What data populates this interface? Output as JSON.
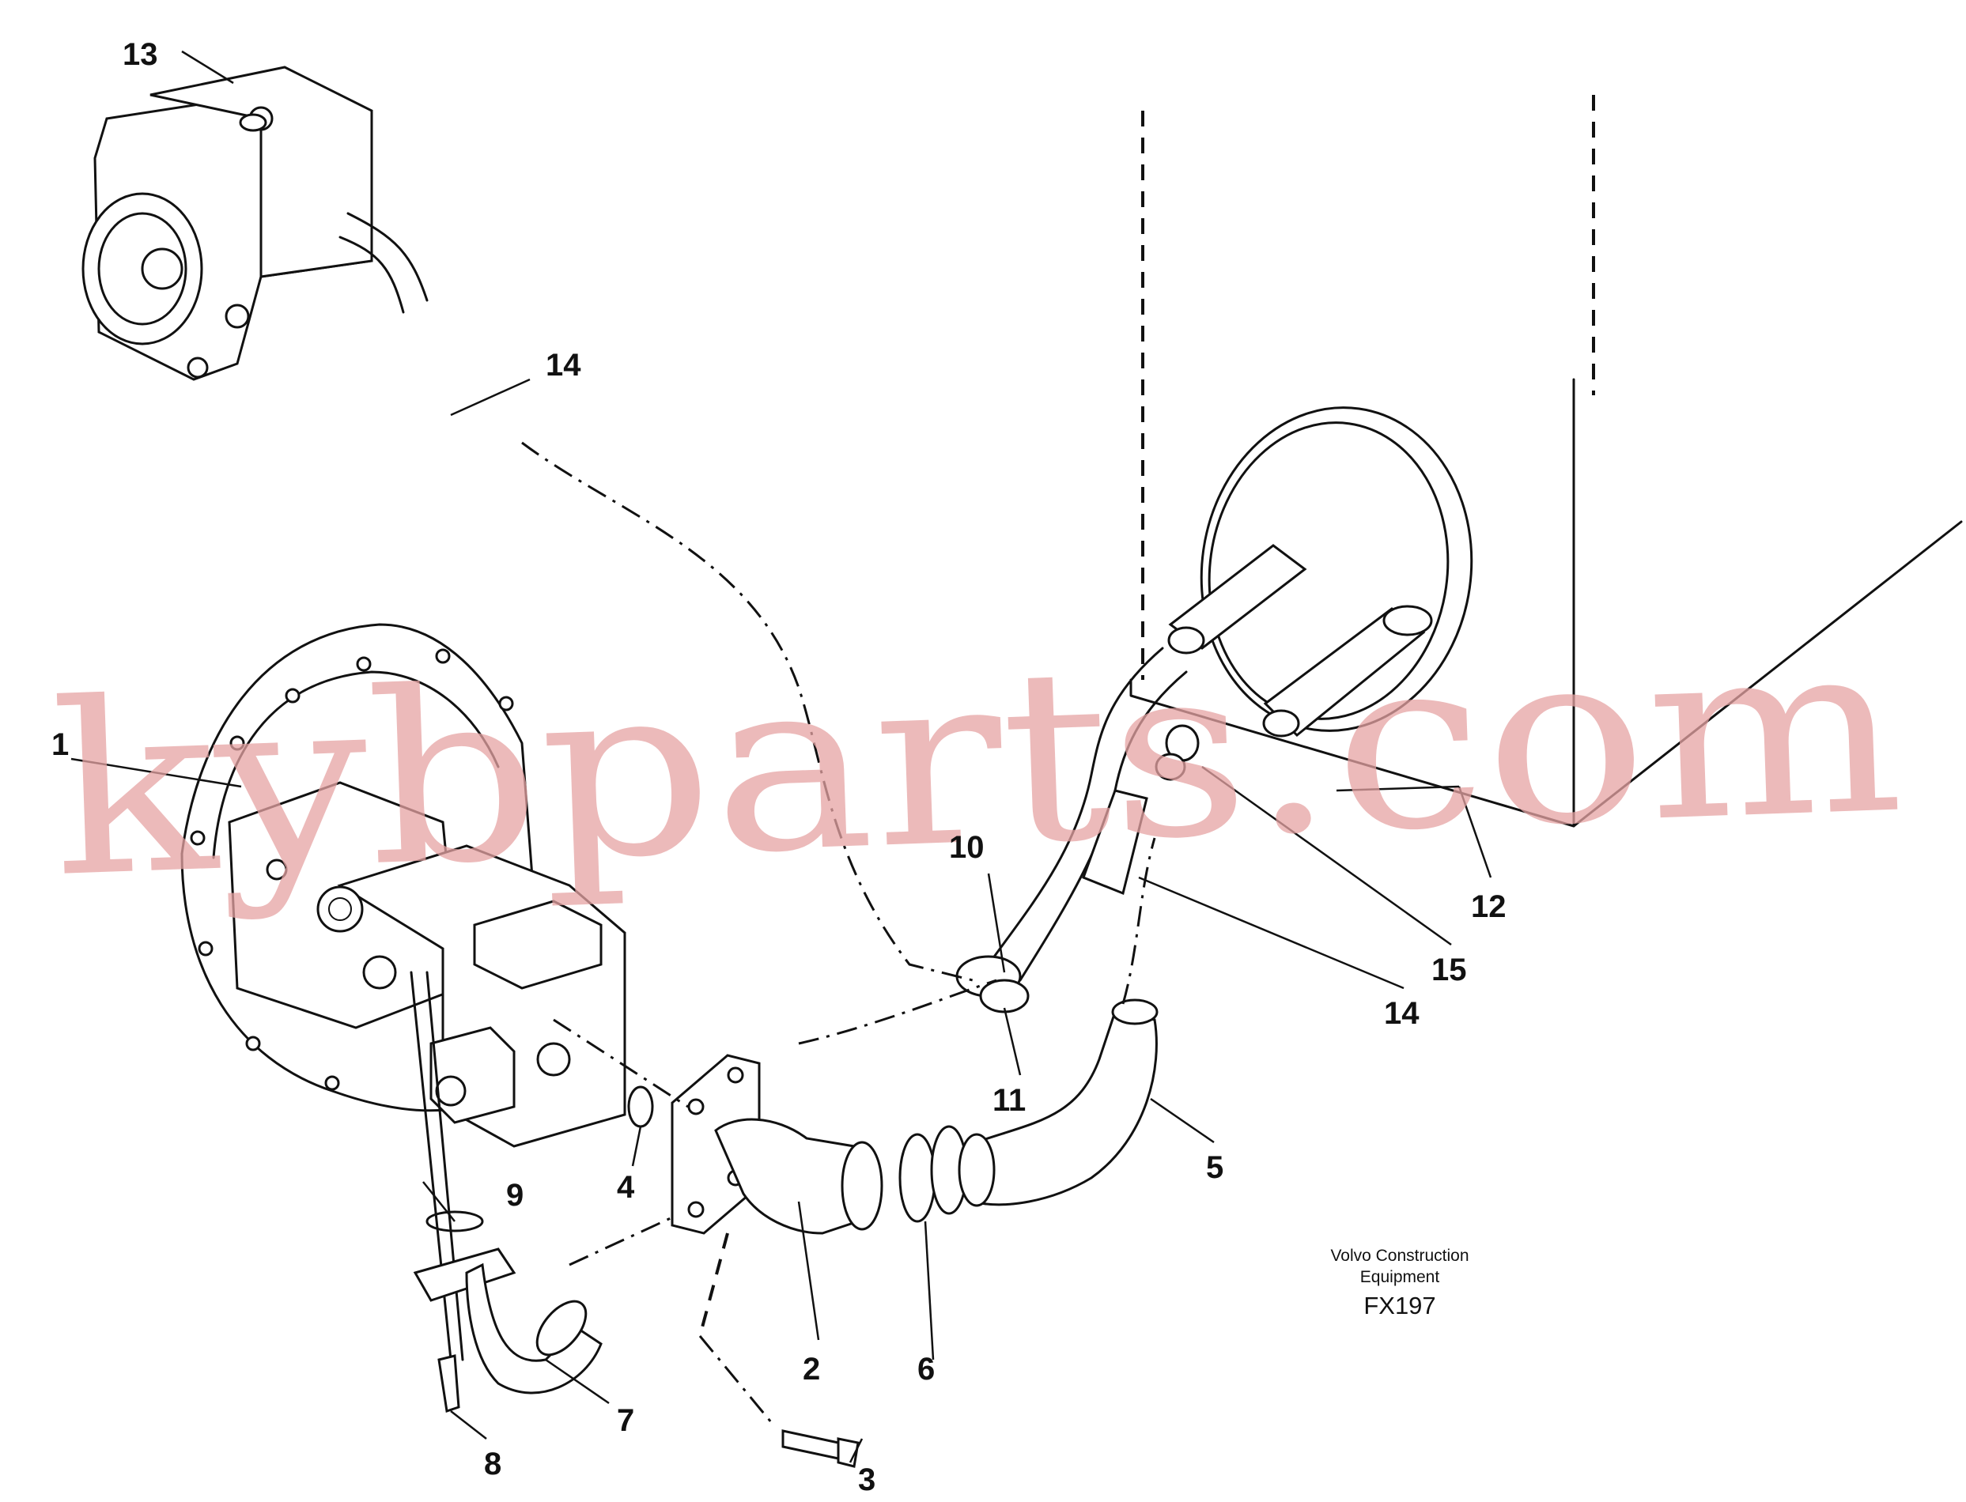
{
  "watermark": "kybparts.com",
  "labels": {
    "p1": "1",
    "p2": "2",
    "p3": "3",
    "p4": "4",
    "p5": "5",
    "p6": "6",
    "p7": "7",
    "p8": "8",
    "p9": "9",
    "p10": "10",
    "p11": "11",
    "p12": "12",
    "p13": "13",
    "p14a": "14",
    "p14b": "14",
    "p15": "15"
  },
  "caption": {
    "line1": "Volvo Construction",
    "line2": "Equipment",
    "code": "FX197"
  }
}
